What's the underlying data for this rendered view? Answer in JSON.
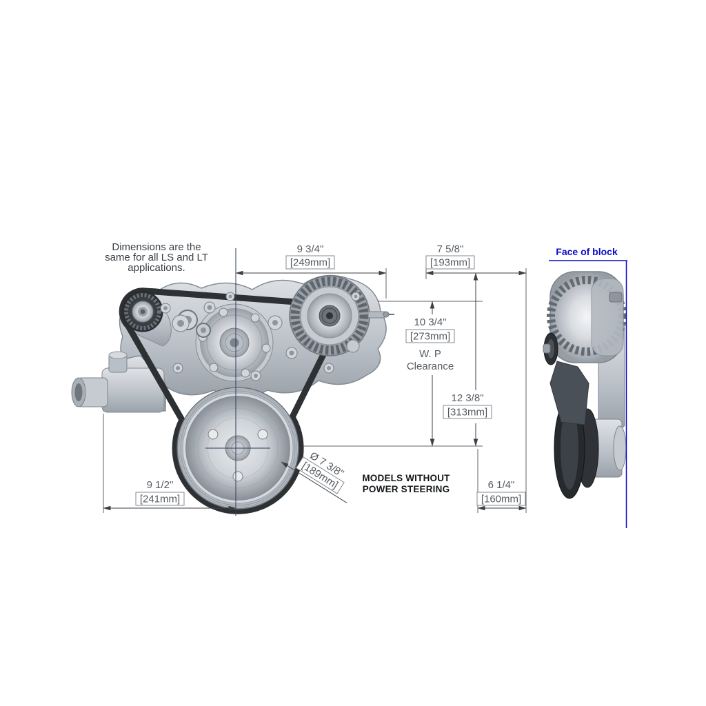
{
  "note": {
    "line1": "Dimensions are the",
    "line2": "same for all LS and LT",
    "line3": "applications."
  },
  "face_of_block": "Face of block",
  "models": {
    "line1": "MODELS WITHOUT",
    "line2": "POWER STEERING"
  },
  "dims": {
    "top_width": {
      "in": "9 3/4\"",
      "mm": "[249mm]"
    },
    "top_right": {
      "in": "7 5/8\"",
      "mm": "[193mm]"
    },
    "wp_clearance": {
      "in": "10 3/4\"",
      "mm": "[273mm]",
      "l1": "W. P",
      "l2": "Clearance"
    },
    "height": {
      "in": "12 3/8\"",
      "mm": "[313mm]"
    },
    "diameter": {
      "in": "Ø 7 3/8\"",
      "mm": "[189mm]"
    },
    "bottom_left": {
      "in": "9 1/2\"",
      "mm": "[241mm]"
    },
    "bottom_right": {
      "in": "6 1/4\"",
      "mm": "[160mm]"
    }
  },
  "colors": {
    "accent_blue": "#0a0acc",
    "dim_text": "#565b61",
    "note_text": "#3a4046",
    "belt": "#2e3134",
    "metal_light": "#dfe2e6",
    "metal_mid": "#b3b9c0",
    "metal_dark": "#6d737b",
    "pulley_dark": "#26292d"
  }
}
